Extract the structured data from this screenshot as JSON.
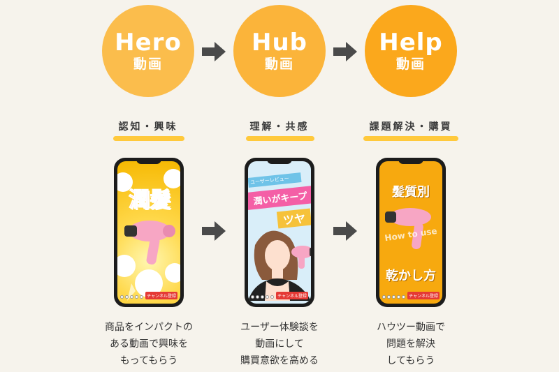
{
  "stages": [
    {
      "title": "Hero",
      "sub": "動画",
      "color": "#fbbd4c",
      "label": "認知・興味",
      "desc": "商品をインパクトの\nある動画で興味を\nもってもらう"
    },
    {
      "title": "Hub",
      "sub": "動画",
      "color": "#fbb43a",
      "label": "理解・共感",
      "desc": "ユーザー体験談を\n動画にして\n購買意欲を高める"
    },
    {
      "title": "Help",
      "sub": "動画",
      "color": "#fba81c",
      "label": "課題解決・購買",
      "desc": "ハウツー動画で\n問題を解決\nしてもらう"
    }
  ],
  "screens": {
    "hero": {
      "headline": "潤髪",
      "badge": "チャンネル登録"
    },
    "hub": {
      "banner": "ユーザーレビュー",
      "headline": "潤いがキープ",
      "word": "ツヤ",
      "badge": "チャンネル登録"
    },
    "help": {
      "top": "髪質別",
      "overlay": "How to use",
      "bottom": "乾かし方",
      "badge": "チャンネル登録"
    }
  },
  "colors": {
    "arrow": "#4a4a4a",
    "underline": "#ffc93c",
    "background": "#f6f3ec"
  },
  "icons": [
    "right-arrow-icon",
    "hair-dryer-icon"
  ]
}
